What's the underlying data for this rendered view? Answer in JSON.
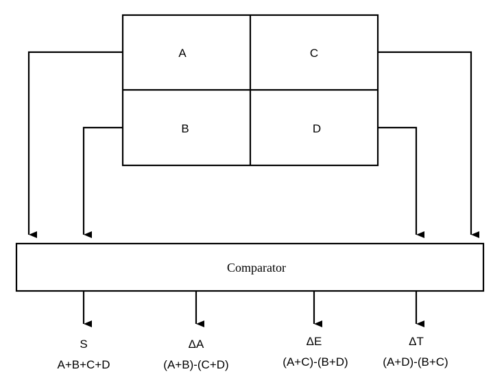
{
  "quadrants": {
    "a": "A",
    "b": "B",
    "c": "C",
    "d": "D"
  },
  "comparator": {
    "label": "Comparator"
  },
  "outputs": [
    {
      "symbol": "S",
      "formula": "A+B+C+D"
    },
    {
      "symbol": "ΔA",
      "formula": "(A+B)-(C+D)"
    },
    {
      "symbol": "ΔE",
      "formula": "(A+C)-(B+D)"
    },
    {
      "symbol": "ΔT",
      "formula": "(A+D)-(B+C)"
    }
  ]
}
